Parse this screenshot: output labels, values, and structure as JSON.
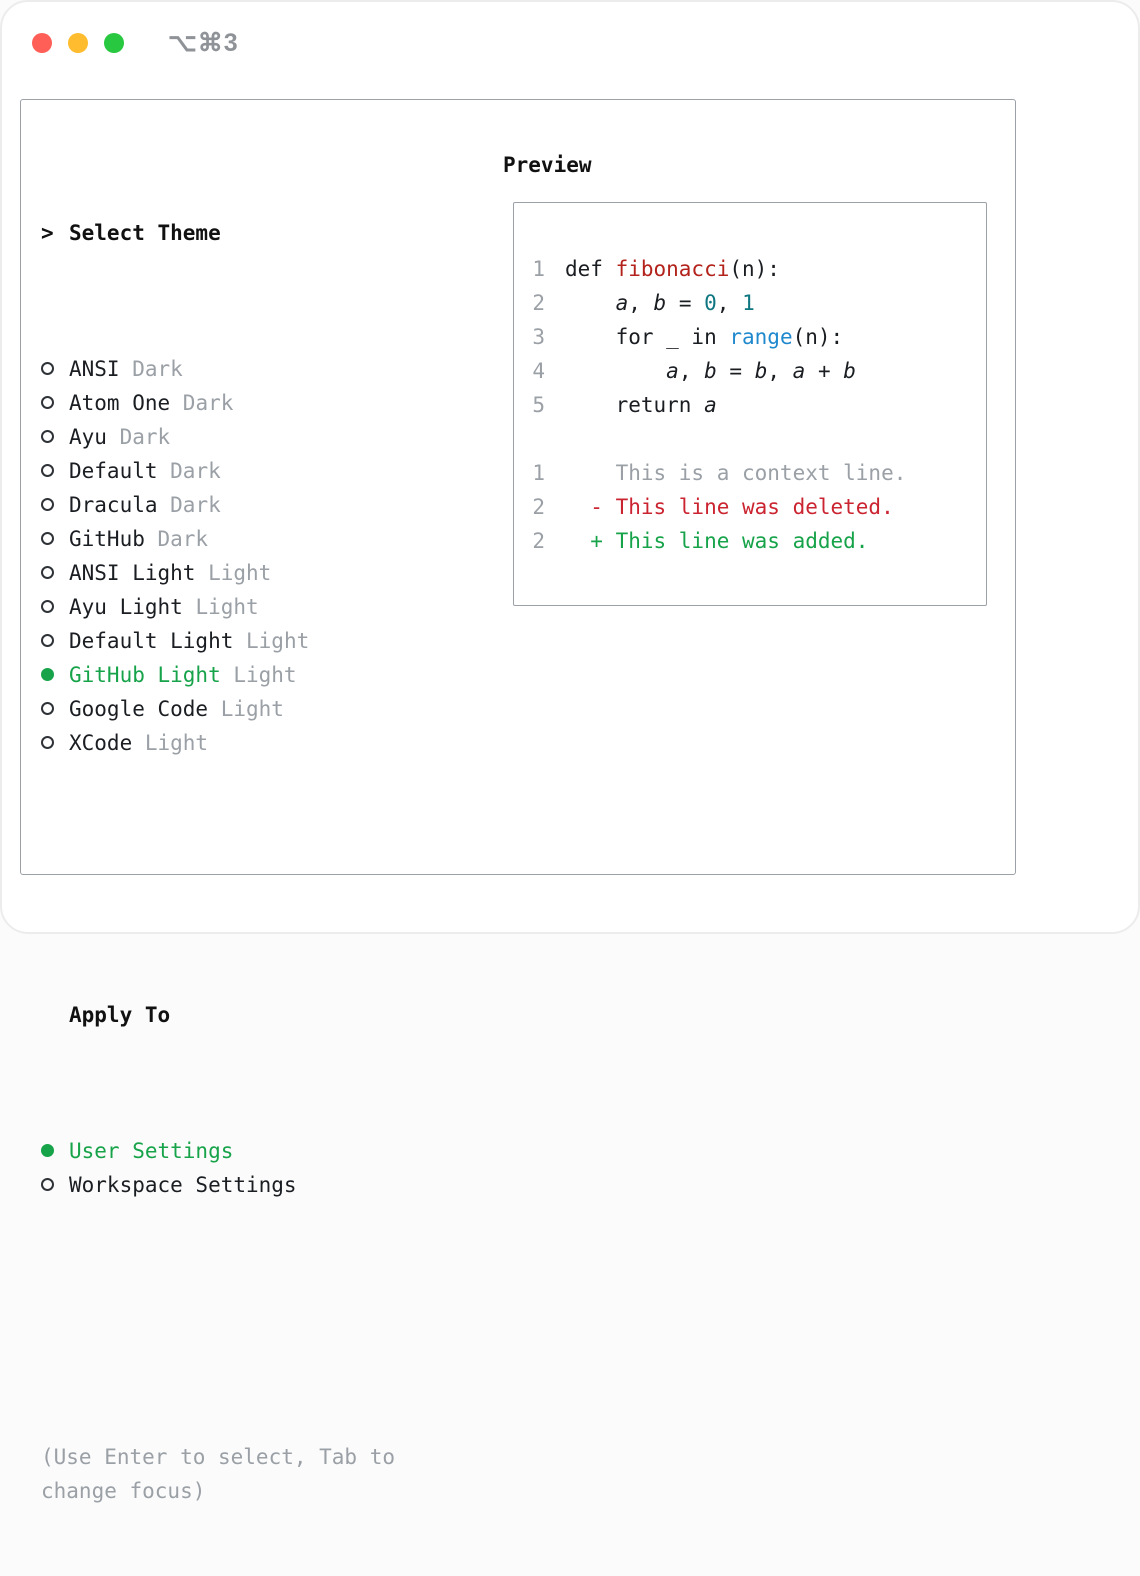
{
  "window": {
    "shortcut": "⌥⌘3"
  },
  "colors": {
    "accent_green": "#17a34a",
    "muted_gray": "#9aa0a6",
    "function_red": "#b3231c",
    "number_teal": "#0d7680",
    "builtin_blue": "#2089ce",
    "deleted_red": "#cb2431",
    "added_green": "#17a34a",
    "traffic_red": "#ff5f57",
    "traffic_yellow": "#febc2e",
    "traffic_green": "#28c840"
  },
  "theme_selector": {
    "prompt": ">",
    "title": "Select Theme",
    "items": [
      {
        "name": "ANSI",
        "variant": "Dark",
        "selected": false
      },
      {
        "name": "Atom One",
        "variant": "Dark",
        "selected": false
      },
      {
        "name": "Ayu",
        "variant": "Dark",
        "selected": false
      },
      {
        "name": "Default",
        "variant": "Dark",
        "selected": false
      },
      {
        "name": "Dracula",
        "variant": "Dark",
        "selected": false
      },
      {
        "name": "GitHub",
        "variant": "Dark",
        "selected": false
      },
      {
        "name": "ANSI Light",
        "variant": "Light",
        "selected": false
      },
      {
        "name": "Ayu Light",
        "variant": "Light",
        "selected": false
      },
      {
        "name": "Default Light",
        "variant": "Light",
        "selected": false
      },
      {
        "name": "GitHub Light",
        "variant": "Light",
        "selected": true
      },
      {
        "name": "Google Code",
        "variant": "Light",
        "selected": false
      },
      {
        "name": "XCode",
        "variant": "Light",
        "selected": false
      }
    ],
    "apply_to": {
      "title": "Apply To",
      "options": [
        {
          "name": "User Settings",
          "selected": true
        },
        {
          "name": "Workspace Settings",
          "selected": false
        }
      ]
    },
    "help": "(Use Enter to select, Tab to\nchange focus)"
  },
  "preview": {
    "title": "Preview",
    "lines": [
      {
        "num": "1",
        "tokens": [
          {
            "t": "def ",
            "c": "p"
          },
          {
            "t": "fibonacci",
            "c": "f"
          },
          {
            "t": "(n):",
            "c": "p"
          }
        ]
      },
      {
        "num": "2",
        "tokens": [
          {
            "t": "    ",
            "c": "p"
          },
          {
            "t": "a",
            "c": "v"
          },
          {
            "t": ", ",
            "c": "p"
          },
          {
            "t": "b",
            "c": "v"
          },
          {
            "t": " = ",
            "c": "p"
          },
          {
            "t": "0",
            "c": "n"
          },
          {
            "t": ", ",
            "c": "p"
          },
          {
            "t": "1",
            "c": "n"
          }
        ]
      },
      {
        "num": "3",
        "tokens": [
          {
            "t": "    for _ in ",
            "c": "p"
          },
          {
            "t": "range",
            "c": "b"
          },
          {
            "t": "(n):",
            "c": "p"
          }
        ]
      },
      {
        "num": "4",
        "tokens": [
          {
            "t": "        ",
            "c": "p"
          },
          {
            "t": "a",
            "c": "v"
          },
          {
            "t": ", ",
            "c": "p"
          },
          {
            "t": "b",
            "c": "v"
          },
          {
            "t": " = ",
            "c": "p"
          },
          {
            "t": "b",
            "c": "v"
          },
          {
            "t": ", ",
            "c": "p"
          },
          {
            "t": "a",
            "c": "v"
          },
          {
            "t": " + ",
            "c": "p"
          },
          {
            "t": "b",
            "c": "v"
          }
        ]
      },
      {
        "num": "5",
        "tokens": [
          {
            "t": "    return ",
            "c": "p"
          },
          {
            "t": "a",
            "c": "v"
          }
        ]
      },
      {
        "blank": true
      },
      {
        "num": "1",
        "tokens": [
          {
            "t": "    This is a context line.",
            "c": "ctx"
          }
        ]
      },
      {
        "num": "2",
        "tokens": [
          {
            "t": "  - This line was deleted.",
            "c": "del"
          }
        ]
      },
      {
        "num": "2",
        "tokens": [
          {
            "t": "  + This line was added.",
            "c": "add"
          }
        ]
      }
    ]
  }
}
